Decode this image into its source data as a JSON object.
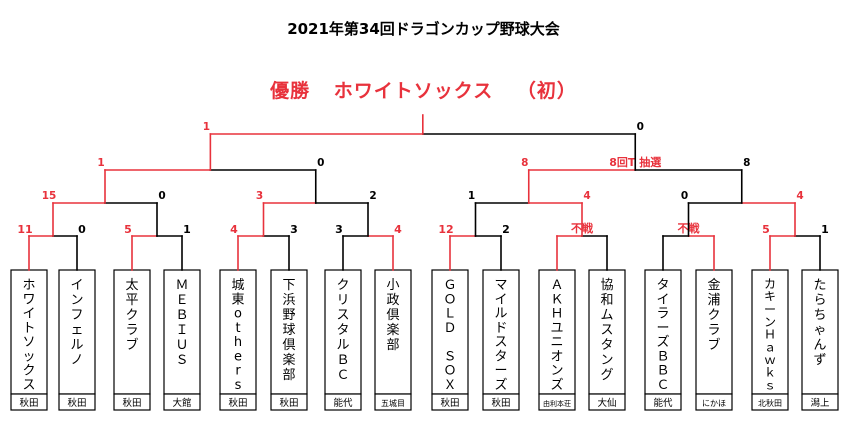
{
  "title": "2021年第34回ドラゴンカップ野球大会",
  "champion": {
    "label": "優勝",
    "team": "ホワイトソックス",
    "note": "（初）"
  },
  "colors": {
    "win": "#e8323c",
    "lose": "#000000"
  },
  "teams": [
    {
      "name": "ホワイトソックス",
      "region": "秋田"
    },
    {
      "name": "インフェルノ",
      "region": "秋田"
    },
    {
      "name": "太平クラブ",
      "region": "秋田"
    },
    {
      "name": "ＭＥＢＩＵＳ",
      "region": "大館"
    },
    {
      "name": "城東others",
      "region": "秋田"
    },
    {
      "name": "下浜野球倶楽部",
      "region": "秋田"
    },
    {
      "name": "クリスタルＢＣ",
      "region": "能代"
    },
    {
      "name": "小政倶楽部",
      "region": "五城目"
    },
    {
      "name": "ＧＯＬＤ ＳＯＸ",
      "region": "秋田"
    },
    {
      "name": "マイルドスターズ",
      "region": "秋田"
    },
    {
      "name": "ＡＫＨユニオンズ",
      "region": "由利本荘"
    },
    {
      "name": "協和ムスタング",
      "region": "大仙"
    },
    {
      "name": "タイラーズＢＢＣ",
      "region": "能代"
    },
    {
      "name": "金浦クラブ",
      "region": "にかほ"
    },
    {
      "name": "カキーンＨａｗｋｓ",
      "region": "北秋田"
    },
    {
      "name": "たらちゃんず",
      "region": "潟上"
    }
  ],
  "rounds": [
    [
      {
        "scores": [
          "11",
          "0"
        ],
        "winner": 0
      },
      {
        "scores": [
          "5",
          "1"
        ],
        "winner": 0
      },
      {
        "scores": [
          "4",
          "3"
        ],
        "winner": 0
      },
      {
        "scores": [
          "3",
          "4"
        ],
        "winner": 1
      },
      {
        "scores": [
          "12",
          "2"
        ],
        "winner": 0
      },
      {
        "scores": [
          "",
          ""
        ],
        "winner": 0,
        "note": "不戦"
      },
      {
        "scores": [
          "",
          ""
        ],
        "winner": 1,
        "note": "不戦"
      },
      {
        "scores": [
          "5",
          "1"
        ],
        "winner": 0
      }
    ],
    [
      {
        "scores": [
          "15",
          "0"
        ],
        "winner": 0
      },
      {
        "scores": [
          "3",
          "2"
        ],
        "winner": 0
      },
      {
        "scores": [
          "1",
          "4"
        ],
        "winner": 1
      },
      {
        "scores": [
          "0",
          "4"
        ],
        "winner": 1
      }
    ],
    [
      {
        "scores": [
          "1",
          "0"
        ],
        "winner": 0
      },
      {
        "scores": [
          "8",
          "8"
        ],
        "winner": 0,
        "note": "8回T 抽選"
      }
    ],
    [
      {
        "scores": [
          "1",
          "0"
        ],
        "winner": 0
      }
    ]
  ]
}
